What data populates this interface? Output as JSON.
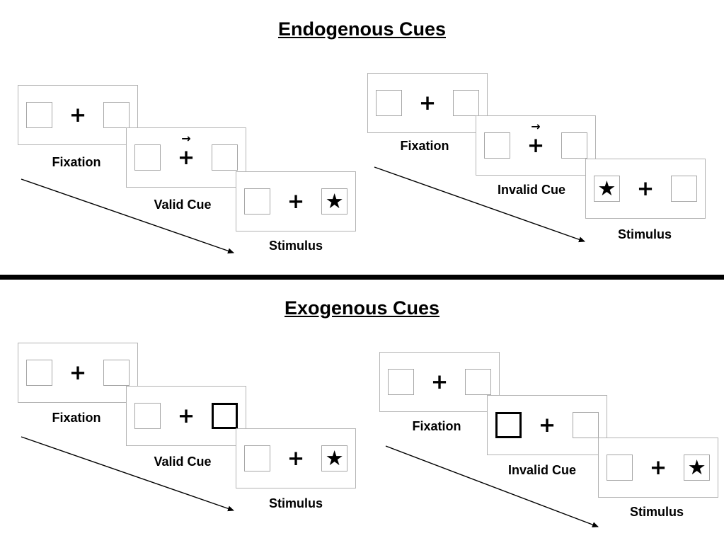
{
  "diagram": {
    "sections": [
      {
        "title": "Endogenous Cues",
        "sequences": [
          {
            "name": "valid-trial",
            "panels": [
              {
                "label": "Fixation"
              },
              {
                "label": "Valid Cue"
              },
              {
                "label": "Stimulus"
              }
            ]
          },
          {
            "name": "invalid-trial",
            "panels": [
              {
                "label": "Fixation"
              },
              {
                "label": "Invalid Cue"
              },
              {
                "label": "Stimulus"
              }
            ]
          }
        ]
      },
      {
        "title": "Exogenous Cues",
        "sequences": [
          {
            "name": "valid-trial",
            "panels": [
              {
                "label": "Fixation"
              },
              {
                "label": "Valid Cue"
              },
              {
                "label": "Stimulus"
              }
            ]
          },
          {
            "name": "invalid-trial",
            "panels": [
              {
                "label": "Fixation"
              },
              {
                "label": "Invalid Cue"
              },
              {
                "label": "Stimulus"
              }
            ]
          }
        ]
      }
    ]
  },
  "icons": {
    "fixation_cross": "+",
    "star": "★",
    "cue_arrow_right": "→"
  },
  "colors": {
    "panel_border": "#b3b3b3",
    "box_border": "#a6a6a6",
    "bold_box_border": "#000000",
    "divider": "#000000",
    "text": "#000000"
  }
}
